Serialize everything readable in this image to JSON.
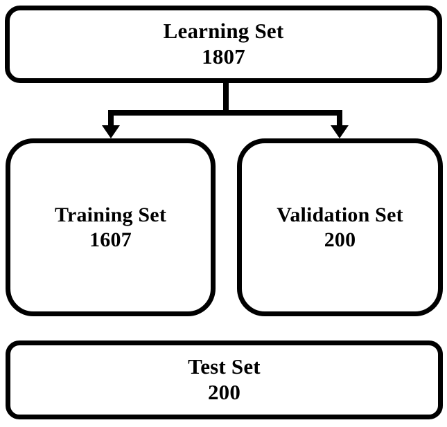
{
  "diagram": {
    "type": "flowchart",
    "title": "Dataset split flow diagram",
    "colors": {
      "stroke": "#000000",
      "fill": "#ffffff",
      "text": "#000000"
    },
    "nodes": [
      {
        "id": "learning",
        "label": "Learning Set",
        "count": "1807",
        "role": "parent"
      },
      {
        "id": "training",
        "label": "Training Set",
        "count": "1607",
        "role": "child"
      },
      {
        "id": "validation",
        "label": "Validation Set",
        "count": "200",
        "role": "child"
      },
      {
        "id": "test",
        "label": "Test Set",
        "count": "200",
        "role": "standalone"
      }
    ],
    "edges": [
      {
        "from": "learning",
        "to": "training",
        "arrow": "down"
      },
      {
        "from": "learning",
        "to": "validation",
        "arrow": "down"
      }
    ]
  }
}
